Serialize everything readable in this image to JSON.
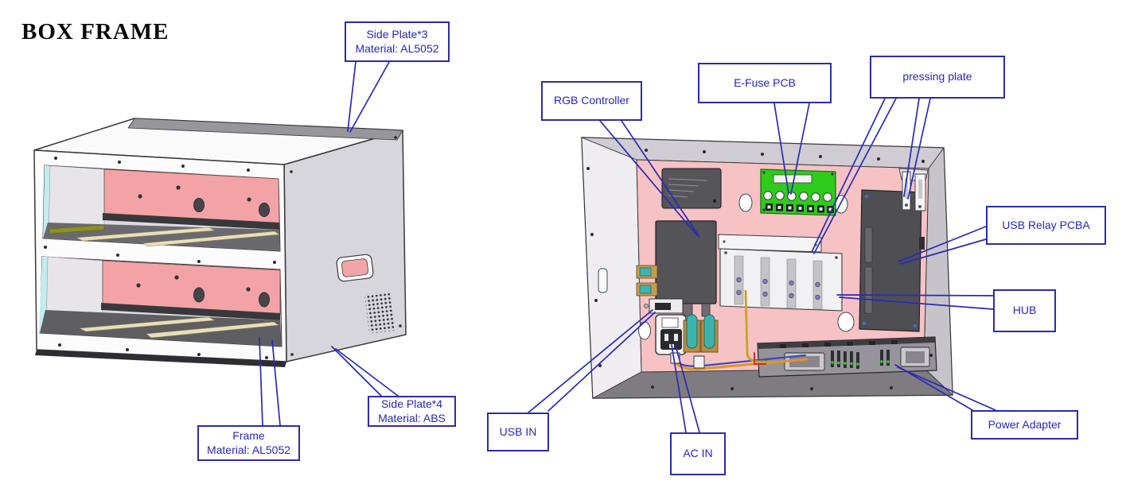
{
  "page": {
    "title": "BOX FRAME"
  },
  "colors": {
    "callout_blue": "#2b2bb0",
    "leader_blue": "#2a2ab8",
    "interior_pink_left": "#f3a3a5",
    "interior_pink_right": "#f6c2c3",
    "pcb_green": "#2ecb1d",
    "side_panel_gray": "#d8d6dd",
    "beige_rail": "#eadfbc"
  },
  "left_diagram": {
    "callouts": [
      {
        "name": "side-plate-3",
        "lines": [
          "Side Plate*3",
          "Material: AL5052"
        ]
      },
      {
        "name": "frame",
        "lines": [
          "Frame",
          "Material: AL5052"
        ]
      },
      {
        "name": "side-plate-4",
        "lines": [
          "Side Plate*4",
          "Material: ABS"
        ]
      }
    ]
  },
  "right_diagram": {
    "callouts": [
      {
        "name": "rgb-controller",
        "lines": [
          "RGB Controller"
        ]
      },
      {
        "name": "e-fuse-pcb",
        "lines": [
          "E-Fuse PCB"
        ]
      },
      {
        "name": "pressing-plate",
        "lines": [
          "pressing plate"
        ]
      },
      {
        "name": "usb-relay-pcba",
        "lines": [
          "USB Relay PCBA"
        ]
      },
      {
        "name": "hub",
        "lines": [
          "HUB"
        ]
      },
      {
        "name": "usb-in",
        "lines": [
          "USB IN"
        ]
      },
      {
        "name": "ac-in",
        "lines": [
          "AC IN"
        ]
      },
      {
        "name": "power-adapter",
        "lines": [
          "Power Adapter"
        ]
      }
    ]
  }
}
